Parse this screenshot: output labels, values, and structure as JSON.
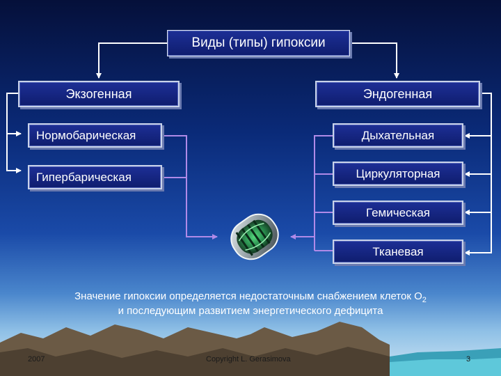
{
  "title": "Виды (типы) гипоксии",
  "exogenous": {
    "label": "Экзогенная",
    "items": [
      "Нормобарическая",
      "Гипербарическая"
    ]
  },
  "endogenous": {
    "label": "Эндогенная",
    "items": [
      "Дыхательная",
      "Циркуляторная",
      "Гемическая",
      "Тканевая"
    ]
  },
  "caption": {
    "line1": "Значение гипоксии определяется недостаточным снабжением клеток О",
    "subscript": "2",
    "line2": "и последующим развитием энергетического дефицита"
  },
  "footer": {
    "year": "2007",
    "copyright": "Copyright L. Gerasimova",
    "page": "3"
  },
  "colors": {
    "box_fill": "#16268a",
    "box_border": "#c9d3ea",
    "connector_white": "#ffffff",
    "connector_purple": "#b08ae8"
  }
}
